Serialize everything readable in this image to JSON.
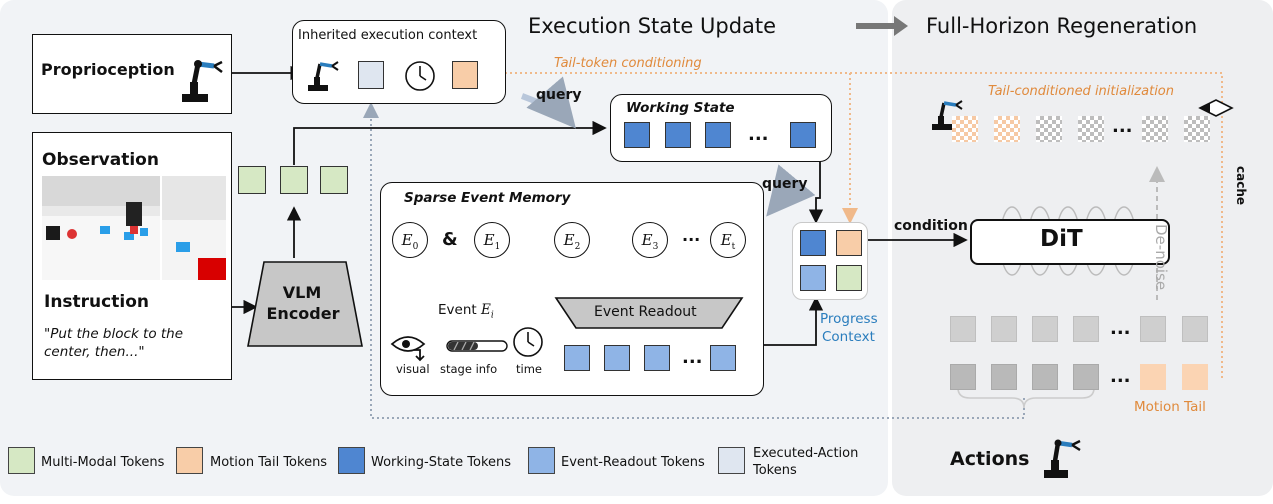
{
  "headers": {
    "left": "Execution State Update",
    "right": "Full-Horizon Regeneration"
  },
  "inputs": {
    "proprioception": "Proprioception",
    "observation": "Observation",
    "instruction": "Instruction",
    "instruction_text": "\"Put the block to the center, then...\""
  },
  "encoder": {
    "line1": "VLM",
    "line2": "Encoder"
  },
  "inherited": {
    "title": "Inherited execution context"
  },
  "working_state": {
    "title": "Working State",
    "ellipsis": "..."
  },
  "query_labels": [
    "query",
    "query"
  ],
  "sparse_memory": {
    "title": "Sparse Event Memory",
    "events": [
      "E",
      "E",
      "E",
      "E",
      "E"
    ],
    "event_subs": [
      "0",
      "1",
      "2",
      "3",
      "t"
    ],
    "amp": "&",
    "dots": "···",
    "event_readout": "Event Readout",
    "event_label": "Event",
    "event_sym": "E",
    "event_sub": "i",
    "visual": "visual",
    "stage_info": "stage info",
    "time": "time",
    "ellipsis": "..."
  },
  "progress_context": {
    "line1": "Progress",
    "line2": "Context"
  },
  "tail_token_conditioning": "Tail-token conditioning",
  "regeneration": {
    "tail_conditioned_init": "Tail-conditioned initialization",
    "condition": "condition",
    "dit": "DiT",
    "denoise": "De-noise",
    "cache": "cache",
    "motion_tail": "Motion Tail",
    "actions": "Actions",
    "ellipsis": "..."
  },
  "legend": [
    {
      "label": "Multi-Modal Tokens",
      "color": "#d6e8c4"
    },
    {
      "label": "Motion Tail Tokens",
      "color": "#f8cda8"
    },
    {
      "label": "Working-State Tokens",
      "color": "#4f86d1"
    },
    {
      "label": "Event-Readout Tokens",
      "color": "#8fb4e6"
    },
    {
      "label": "Executed-Action Tokens",
      "color": "#dfe6f0"
    }
  ],
  "colors": {
    "accent_orange": "#e08a3c",
    "accent_blue": "#2a7dbd",
    "panel_left": "#f1f3f6",
    "panel_right": "#eeeff1"
  }
}
